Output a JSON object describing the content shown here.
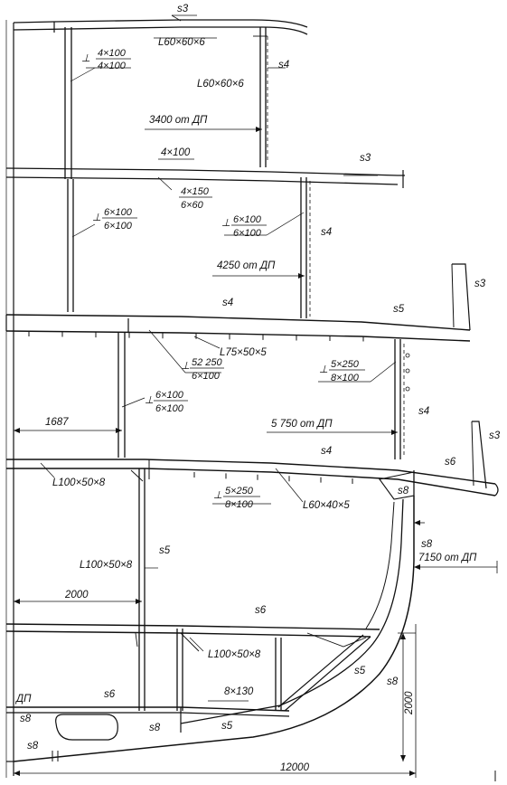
{
  "labels": {
    "s3_top": "s3",
    "l_top": "L60×60×6",
    "frac1_num": "4×100",
    "frac1_den": "4×100",
    "s4_a": "s4",
    "l_60_a": "L60×60×6",
    "dim_3400": "3400 от ДП",
    "dim_4x100": "4×100",
    "s3_b": "s3",
    "frac_4x150": "4×150",
    "frac_6x60": "6×60",
    "frac2_num": "6×100",
    "frac2_den": "6×100",
    "frac3_num": "6×100",
    "frac3_den": "6×100",
    "s4_b": "s4",
    "dim_4250": "4250 от ДП",
    "s3_c": "s3",
    "s4_c": "s4",
    "s5_a": "s5",
    "frac4_num": "52 250",
    "frac4_den": "6×100",
    "l_75": "L75×50×5",
    "frac5_num": "5×250",
    "frac5_den": "8×100",
    "frac6_num": "6×100",
    "frac6_den": "6×100",
    "dim_1687": "1687",
    "s4_d": "s4",
    "dim_5750": "5 750 от ДП",
    "s3_d": "s3",
    "s4_e": "s4",
    "s6_a": "s6",
    "l_100_a": "L100×50×8",
    "frac7_num": "5×250",
    "frac7_den": "8×100",
    "l_60x40": "L60×40×5",
    "s8_a": "s8",
    "s8_b": "s8",
    "dim_7150": "7150 от ДП",
    "l_100_b": "L100×50×8",
    "s5_b": "s5",
    "dim_2000_h": "2000",
    "s6_b": "s6",
    "l_100_c": "L100×50×8",
    "s5_c": "s5",
    "s8_c": "s8",
    "dp": "ДП",
    "s6_c": "s6",
    "dim_8x130": "8×130",
    "s8_d": "s8",
    "s8_e": "s8",
    "s5_d": "s5",
    "s8_f": "s8",
    "dim_2000_v": "2000",
    "dim_12000": "12000"
  }
}
